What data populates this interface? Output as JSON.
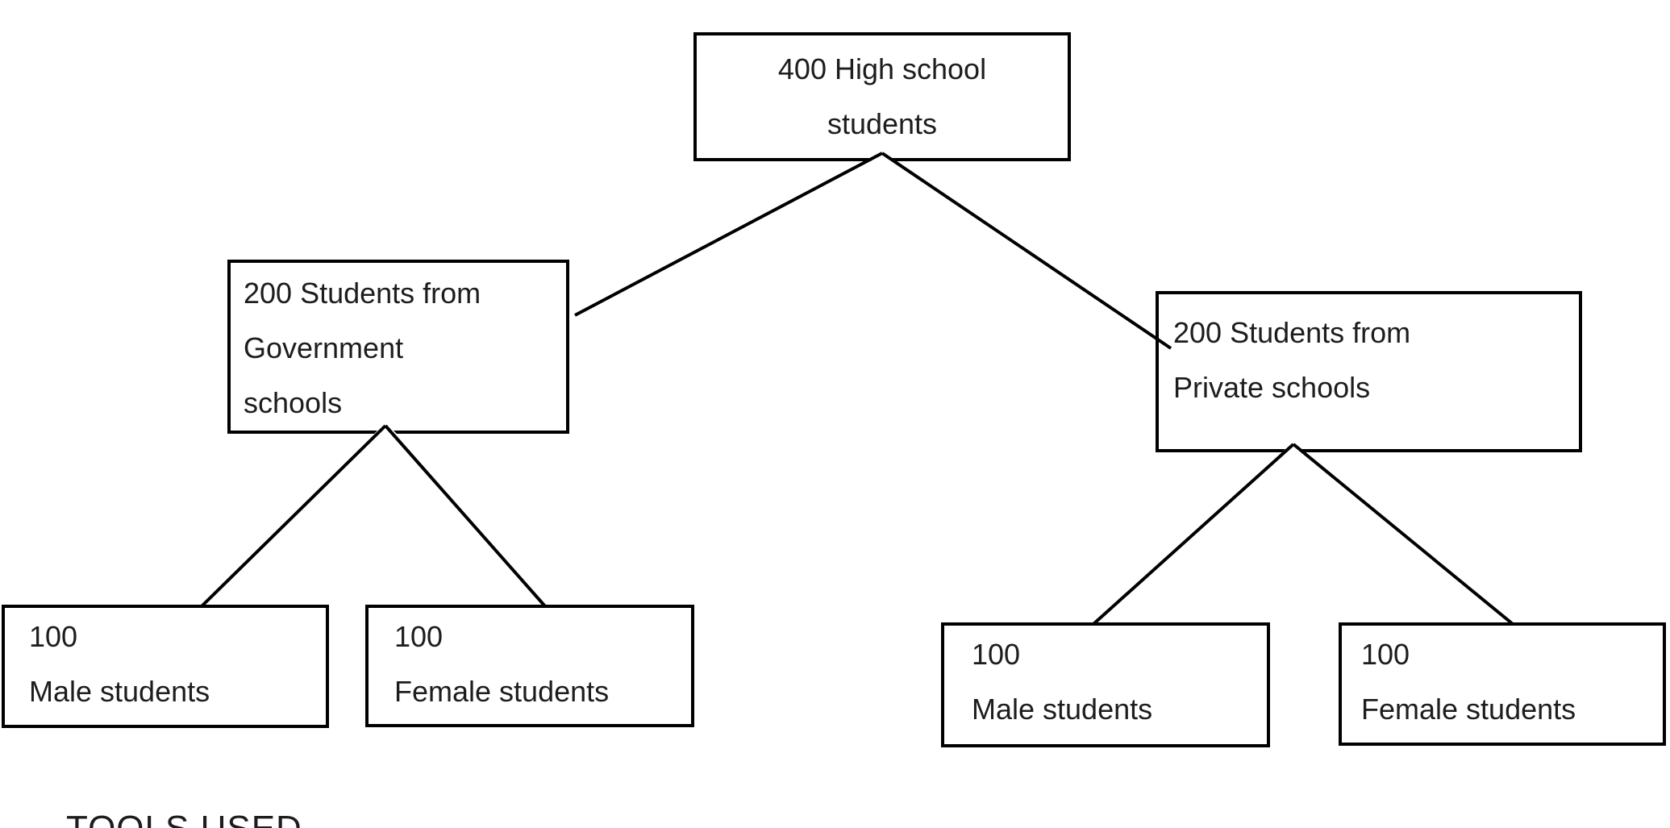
{
  "tree": {
    "label": "400 High school\nstudents",
    "children": [
      {
        "label": "200 Students from\nGovernment\nschools",
        "children": [
          {
            "label": "100\nMale students"
          },
          {
            "label": "100\nFemale students"
          }
        ]
      },
      {
        "label": "200 Students from\nPrivate schools",
        "children": [
          {
            "label": "100\nMale students"
          },
          {
            "label": "100\nFemale students"
          }
        ]
      }
    ]
  },
  "footer": {
    "heading": "TOOLS USED"
  },
  "colors": {
    "background": "#ffffff",
    "border": "#000000",
    "line": "#000000",
    "text": "#1d1d1d"
  }
}
